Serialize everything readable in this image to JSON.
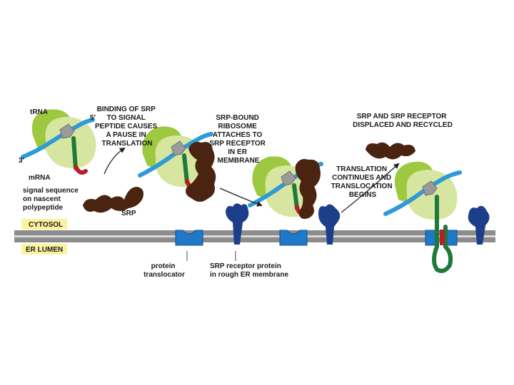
{
  "labels": {
    "trna": "tRNA",
    "five_prime": "5′",
    "three_prime": "3′",
    "mrna": "mRNA",
    "signal_sequence": [
      "signal sequence",
      "on nascent",
      "polypeptide"
    ],
    "srp": "SRP",
    "step1": [
      "BINDING OF SRP",
      "TO SIGNAL",
      "PEPTIDE CAUSES",
      "A PAUSE IN",
      "TRANSLATION"
    ],
    "step2": [
      "SRP-BOUND",
      "RIBOSOME",
      "ATTACHES TO",
      "SRP RECEPTOR",
      "IN ER",
      "MEMBRANE"
    ],
    "step3": [
      "TRANSLATION",
      "CONTINUES AND",
      "TRANSLOCATION",
      "BEGINS"
    ],
    "step4": [
      "SRP AND SRP RECEPTOR",
      "DISPLACED AND RECYCLED"
    ],
    "protein_translocator": [
      "protein",
      "translocator"
    ],
    "srp_receptor": [
      "SRP receptor protein",
      "in rough ER membrane"
    ],
    "cytosol": "CYTOSOL",
    "er_lumen": "ER LUMEN"
  },
  "colors": {
    "ribosome_large": "#9cc93f",
    "ribosome_small": "#d6e6a0",
    "mrna": "#2f9ad6",
    "trna": "#9a9a9a",
    "polypeptide": "#1f7a3a",
    "signal_sequence": "#b3202a",
    "srp": "#4a2410",
    "srp_receptor": "#1d3f8a",
    "translocator": "#1f78c8",
    "membrane": "#8c8c8c",
    "label_band": "#fbf3a0"
  }
}
